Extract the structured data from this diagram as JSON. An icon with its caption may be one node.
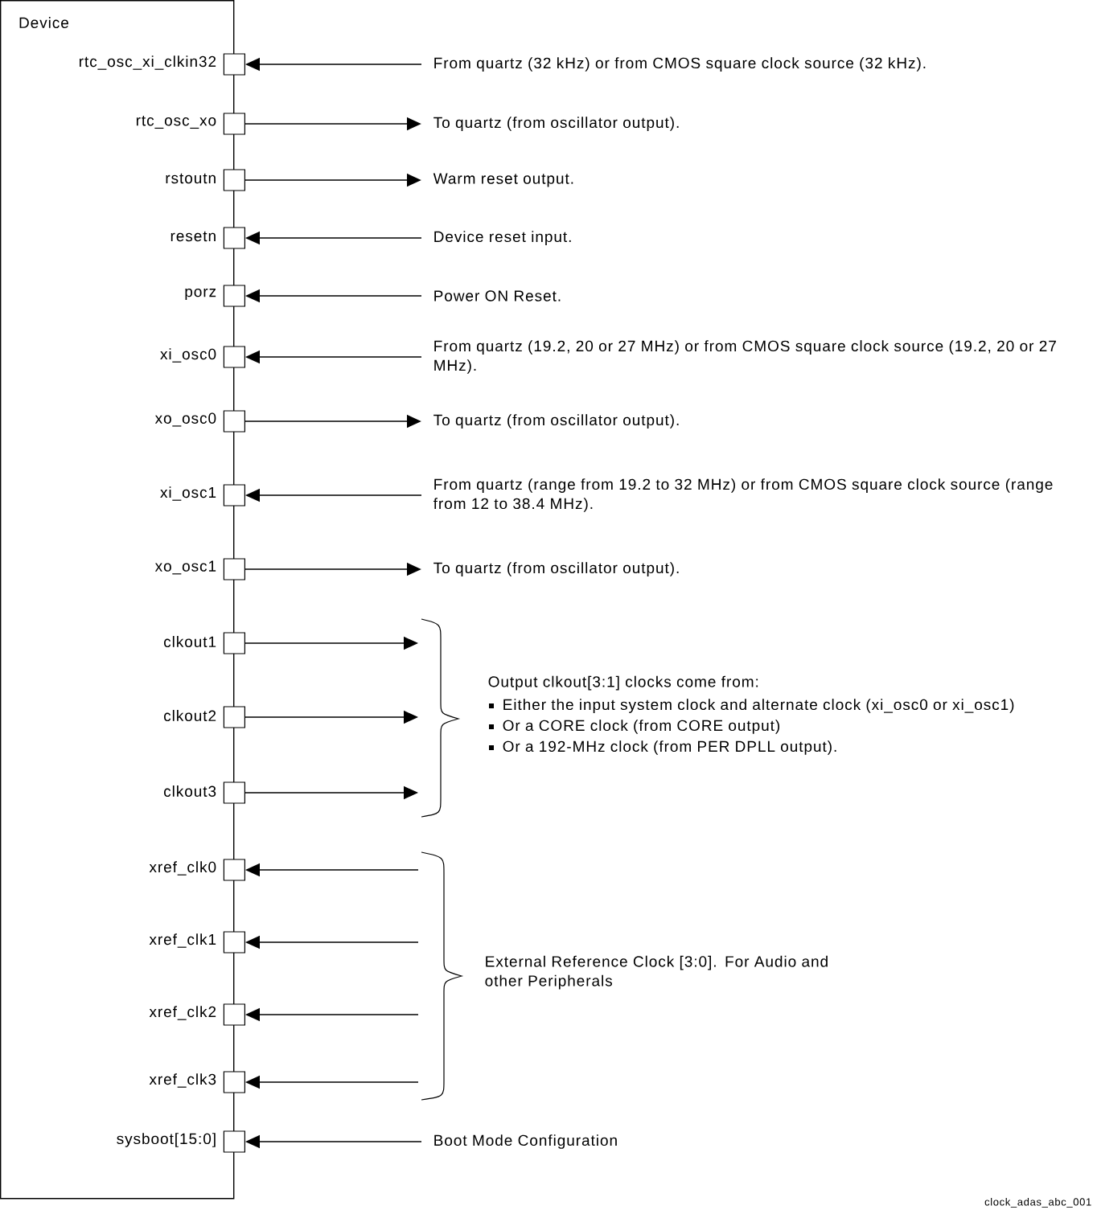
{
  "diagram": {
    "nodes": [
      {
        "text": [
          "Device"
        ]
      },
      {
        "text": [],
        "shape": "box",
        "in": 0,
        "beside": [
          "rtc_osc_xi_clkin32"
        ]
      },
      {
        "text": [
          "From quartz (32 kHz) or from CMOS square clock source (32 kHz)."
        ]
      },
      {
        "text": [],
        "shape": "box",
        "in": 0,
        "beside": [
          "rtc_osc_xo"
        ]
      },
      {
        "text": [
          "To quartz (from oscillator output)."
        ]
      },
      {
        "text": [],
        "shape": "box",
        "in": 0,
        "beside": [
          "rstoutn"
        ]
      },
      {
        "text": [
          "Warm reset output."
        ]
      },
      {
        "text": [],
        "shape": "box",
        "in": 0,
        "beside": [
          "resetn"
        ]
      },
      {
        "text": [
          "Device reset input."
        ]
      },
      {
        "text": [],
        "shape": "box",
        "in": 0,
        "beside": [
          "porz"
        ]
      },
      {
        "text": [
          "Power ON Reset."
        ]
      },
      {
        "text": [],
        "shape": "box",
        "in": 0,
        "beside": [
          "xi_osc0"
        ]
      },
      {
        "text": [
          "From quartz (19.2, 20 or 27 MHz) or from CMOS square clock source (19.2, 20 or 27 MHz)."
        ]
      },
      {
        "text": [],
        "shape": "box",
        "in": 0,
        "beside": [
          "xo_osc0"
        ]
      },
      {
        "text": [
          "To quartz (from oscillator output)."
        ]
      },
      {
        "text": [],
        "shape": "box",
        "in": 0,
        "beside": [
          "xi_osc1"
        ]
      },
      {
        "text": [
          "From quartz (range from 19.2 to 32 MHz) or from CMOS square clock source (range from 12 to 38.4 MHz)."
        ]
      },
      {
        "text": [],
        "shape": "box",
        "in": 0,
        "beside": [
          "xo_osc1"
        ]
      },
      {
        "text": [
          "To quartz (from oscillator output)."
        ]
      },
      {
        "text": [],
        "shape": "box",
        "in": 0,
        "beside": [
          "clkout1"
        ]
      },
      {
        "text": [],
        "shape": "box",
        "in": 0,
        "beside": [
          "clkout2"
        ]
      },
      {
        "text": [],
        "shape": "box",
        "in": 0,
        "beside": [
          "clkout3"
        ]
      },
      {
        "text": [
          "Output clkout[3:1] clocks come from:",
          "Either the input system clock and alternate clock (xi_osc0 or xi_osc1)",
          "Or a CORE clock (from CORE output)",
          "Or a 192-MHz clock (from PER DPLL output)."
        ]
      },
      {
        "text": [],
        "shape": "box",
        "in": 0,
        "beside": [
          "xref_clk0"
        ]
      },
      {
        "text": [],
        "shape": "box",
        "in": 0,
        "beside": [
          "xref_clk1"
        ]
      },
      {
        "text": [],
        "shape": "box",
        "in": 0,
        "beside": [
          "xref_clk2"
        ]
      },
      {
        "text": [],
        "shape": "box",
        "in": 0,
        "beside": [
          "xref_clk3"
        ]
      },
      {
        "text": [
          "External Reference Clock [3:0]. For Audio and other Peripherals"
        ]
      },
      {
        "text": [],
        "shape": "box",
        "in": 0,
        "beside": [
          "sysboot[15:0]"
        ]
      },
      {
        "text": [
          "Boot Mode Configuration"
        ]
      }
    ],
    "edges": [
      {
        "from": 2,
        "to": 1,
        "arrow": "to"
      },
      {
        "from": 3,
        "to": 4,
        "arrow": "to"
      },
      {
        "from": 5,
        "to": 6,
        "arrow": "to"
      },
      {
        "from": 8,
        "to": 7,
        "arrow": "to"
      },
      {
        "from": 10,
        "to": 9,
        "arrow": "to"
      },
      {
        "from": 12,
        "to": 11,
        "arrow": "to"
      },
      {
        "from": 13,
        "to": 14,
        "arrow": "to"
      },
      {
        "from": 16,
        "to": 15,
        "arrow": "to"
      },
      {
        "from": 17,
        "to": 18,
        "arrow": "to"
      },
      {
        "from": 19,
        "to": 22,
        "arrow": "to"
      },
      {
        "from": 20,
        "to": 22,
        "arrow": "to"
      },
      {
        "from": 21,
        "to": 22,
        "arrow": "to"
      },
      {
        "from": 27,
        "to": 23,
        "arrow": "to"
      },
      {
        "from": 27,
        "to": 24,
        "arrow": "to"
      },
      {
        "from": 27,
        "to": 25,
        "arrow": "to"
      },
      {
        "from": 27,
        "to": 26,
        "arrow": "to"
      },
      {
        "from": 29,
        "to": 28,
        "arrow": "to"
      }
    ],
    "labels": [
      "clock_adas_abc_001"
    ]
  }
}
